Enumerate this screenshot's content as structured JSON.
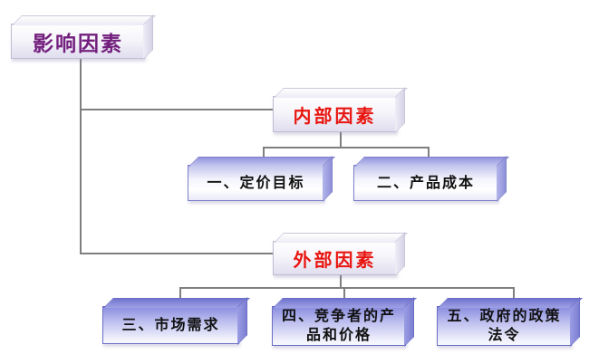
{
  "page": {
    "background": "#ffffff"
  },
  "colors": {
    "page-bg": "#ffffff",
    "text-purple": "#731F7E",
    "text-red": "#E8150F",
    "text-black": "#111111",
    "line": "#7F7F7F",
    "box-purple-accent": "#8A8DDF",
    "box-lavender-accent": "#C3C5ED",
    "box-white-face": "#F6F5FA"
  },
  "diagram": {
    "type": "hierarchy-flowchart",
    "nodes": [
      {
        "id": "influencing-factors",
        "label": "影响因素",
        "level": 0,
        "style": "white",
        "text_color": "#731F7E"
      },
      {
        "id": "internal-factors",
        "label": "内部因素",
        "level": 1,
        "style": "white",
        "text_color": "#E8150F"
      },
      {
        "id": "pricing-objectives",
        "label": "一、定价目标",
        "level": 2,
        "style": "lavender",
        "text_color": "#111111"
      },
      {
        "id": "product-cost",
        "label": "二、产品成本",
        "level": 2,
        "style": "lavender",
        "text_color": "#111111"
      },
      {
        "id": "external-factors",
        "label": "外部因素",
        "level": 1,
        "style": "white",
        "text_color": "#E8150F"
      },
      {
        "id": "market-demand",
        "label": "三、市场需求",
        "level": 2,
        "style": "purple",
        "text_color": "#111111"
      },
      {
        "id": "competitor-products-prices",
        "label": "四、竞争者的产品和价格",
        "level": 2,
        "style": "purple",
        "text_color": "#111111"
      },
      {
        "id": "government-policies",
        "label": "五、政府的政策法令",
        "level": 2,
        "style": "purple",
        "text_color": "#111111"
      }
    ],
    "edges": [
      {
        "from": "influencing-factors",
        "to": "internal-factors"
      },
      {
        "from": "influencing-factors",
        "to": "external-factors"
      },
      {
        "from": "internal-factors",
        "to": "pricing-objectives"
      },
      {
        "from": "internal-factors",
        "to": "product-cost"
      },
      {
        "from": "external-factors",
        "to": "market-demand"
      },
      {
        "from": "external-factors",
        "to": "competitor-products-prices"
      },
      {
        "from": "external-factors",
        "to": "government-policies"
      }
    ]
  }
}
